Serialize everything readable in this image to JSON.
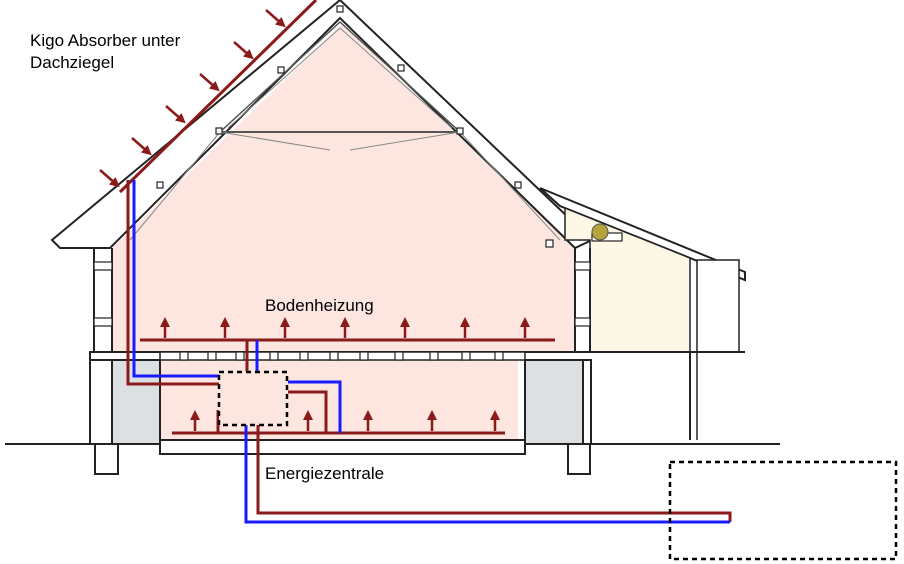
{
  "labels": {
    "absorber_line1": "Kigo Absorber unter",
    "absorber_line2": "Dachziegel",
    "floor_heating": "Bodenheizung",
    "energy_center": "Energiezentrale"
  },
  "colors": {
    "heat_pipe": "#8b1a1a",
    "cold_pipe": "#1a1aff",
    "interior_fill": "#fde6e0",
    "annex_fill": "#fdf7e6",
    "grey_fill": "#dce0e3",
    "outline": "#222222",
    "sensor": "#b5a43a"
  },
  "icons": {
    "heat_arrow": "arrow-up-icon",
    "sun_arrow": "arrow-down-right-icon",
    "sensor": "circle-icon"
  }
}
